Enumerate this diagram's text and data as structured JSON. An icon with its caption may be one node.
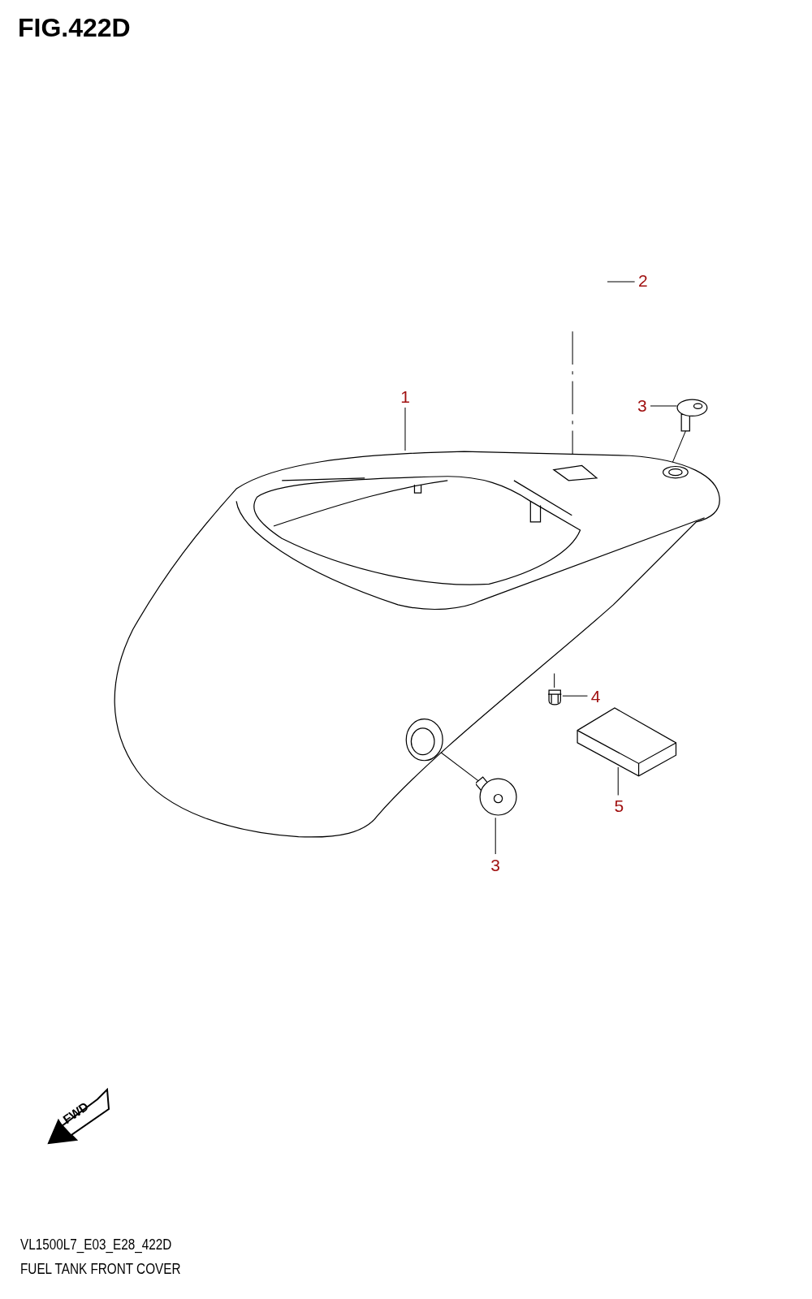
{
  "diagram": {
    "title": "FIG.422D",
    "nodes": [
      {
        "text": [
          "1"
        ]
      },
      {
        "text": [],
        "shape": "picture"
      },
      {
        "text": [
          "2"
        ]
      },
      {
        "text": [
          "3"
        ]
      },
      {
        "text": [],
        "shape": "picture"
      },
      {
        "text": [
          "4"
        ]
      },
      {
        "text": [],
        "shape": "picture"
      },
      {
        "text": [
          "5"
        ]
      },
      {
        "text": [],
        "shape": "picture"
      },
      {
        "text": [
          "3"
        ]
      },
      {
        "text": [],
        "shape": "picture"
      }
    ],
    "edges": [
      {
        "from": 0,
        "to": 1,
        "arrow": "none"
      },
      {
        "from": 2,
        "to": null,
        "arrow": "none"
      },
      {
        "from": null,
        "to": 1,
        "arrow": "none",
        "style": "dashed"
      },
      {
        "from": 3,
        "to": 4,
        "arrow": "none"
      },
      {
        "from": 4,
        "to": 1,
        "arrow": "none"
      },
      {
        "from": 5,
        "to": 6,
        "arrow": "none"
      },
      {
        "from": 1,
        "to": 6,
        "arrow": "none"
      },
      {
        "from": 8,
        "to": 7,
        "arrow": "none"
      },
      {
        "from": 10,
        "to": 9,
        "arrow": "none"
      },
      {
        "from": 10,
        "to": 1,
        "arrow": "none"
      }
    ],
    "labels": [
      "FWD",
      "VL1500L7_E03_E28_422D",
      "FUEL TANK FRONT COVER"
    ]
  }
}
